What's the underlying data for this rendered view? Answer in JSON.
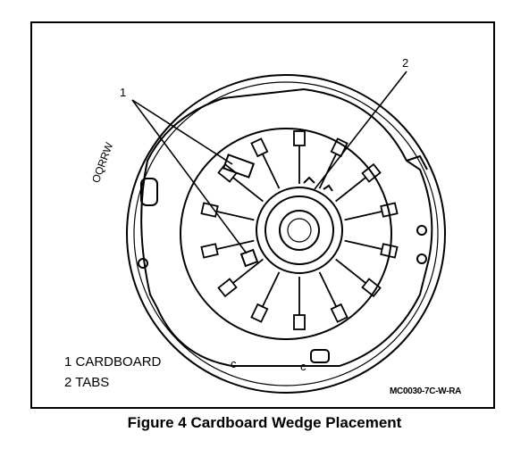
{
  "figure": {
    "caption": "Figure 4 Cardboard Wedge Placement",
    "code": "MC0030-7C-W-RA",
    "callouts": [
      {
        "number": "1",
        "target": "cardboard"
      },
      {
        "number": "2",
        "target": "tabs"
      }
    ],
    "legend": [
      {
        "number": "1",
        "text": "CARDBOARD"
      },
      {
        "number": "2",
        "text": "TABS"
      }
    ],
    "brand_mark": "OQRRW"
  },
  "colors": {
    "ink": "#000000",
    "paper": "#ffffff"
  }
}
